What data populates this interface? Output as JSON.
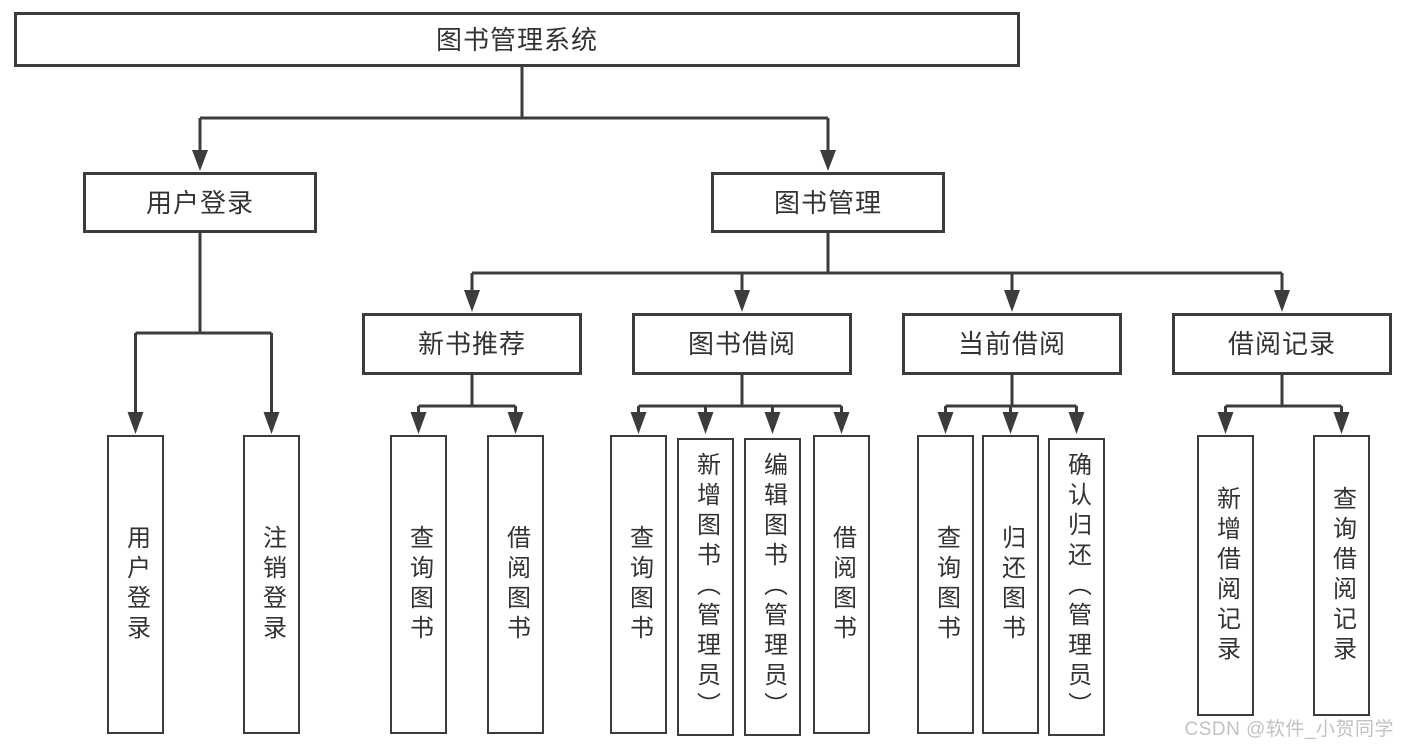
{
  "tree": {
    "root": {
      "label": "图书管理系统"
    },
    "branches": [
      {
        "label": "用户登录",
        "children": [
          {
            "label": "用户登录"
          },
          {
            "label": "注销登录"
          }
        ]
      },
      {
        "label": "图书管理",
        "groups": [
          {
            "label": "新书推荐",
            "children": [
              {
                "label": "查询图书"
              },
              {
                "label": "借阅图书"
              }
            ]
          },
          {
            "label": "图书借阅",
            "children": [
              {
                "label": "查询图书"
              },
              {
                "label": "新增图书（管理员）"
              },
              {
                "label": "编辑图书（管理员）"
              },
              {
                "label": "借阅图书"
              }
            ]
          },
          {
            "label": "当前借阅",
            "children": [
              {
                "label": "查询图书"
              },
              {
                "label": "归还图书"
              },
              {
                "label": "确认归还（管理员）"
              }
            ]
          },
          {
            "label": "借阅记录",
            "children": [
              {
                "label": "新增借阅记录"
              },
              {
                "label": "查询借阅记录"
              }
            ]
          }
        ]
      }
    ]
  },
  "watermark": {
    "text": "CSDN @软件_小贺同学"
  },
  "colors": {
    "line": "#3c3c3c",
    "text": "#333333",
    "watermark": "#c3c1c1",
    "background": "#ffffff"
  }
}
